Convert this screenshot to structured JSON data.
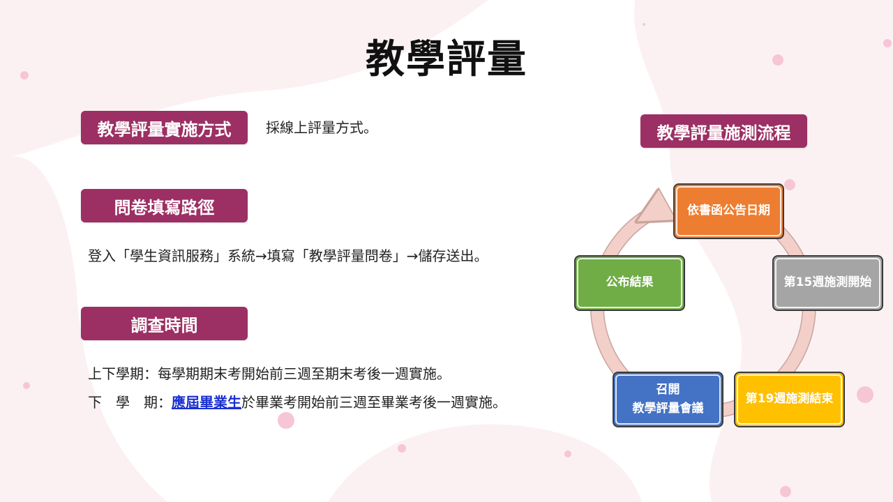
{
  "page": {
    "title": "教學評量"
  },
  "sections": {
    "method": {
      "label": "教學評量實施方式",
      "text": "採線上評量方式。"
    },
    "path": {
      "label": "問卷填寫路徑",
      "text": "登入「學生資訊服務」系統→填寫「教學評量問卷」→儲存送出。"
    },
    "time": {
      "label": "調查時間",
      "line1": "上下學期：每學期期末考開始前三週至期末考後一週實施。",
      "line2_prefix": "下　學　期：",
      "line2_link": "應屆畢業生",
      "line2_suffix": "於畢業考開始前三週至畢業考後一週實施。"
    }
  },
  "flow": {
    "label": "教學評量施測流程",
    "steps": [
      {
        "label": "依書函公告日期",
        "color": "#ed7d31"
      },
      {
        "label": "第15週施測開始",
        "color": "#a5a5a5"
      },
      {
        "label": "第19週施測結束",
        "color": "#ffc000"
      },
      {
        "line1": "召開",
        "line2": "教學評量會議",
        "color": "#4472c4"
      },
      {
        "label": "公布結果",
        "color": "#70ad47"
      }
    ]
  },
  "colors": {
    "accent": "#9c2f63",
    "link": "#1a2fd0",
    "background_blob": "#f8eef0",
    "dot": "#f6c6d6",
    "cycle_arrow": "#f2cfc8"
  }
}
